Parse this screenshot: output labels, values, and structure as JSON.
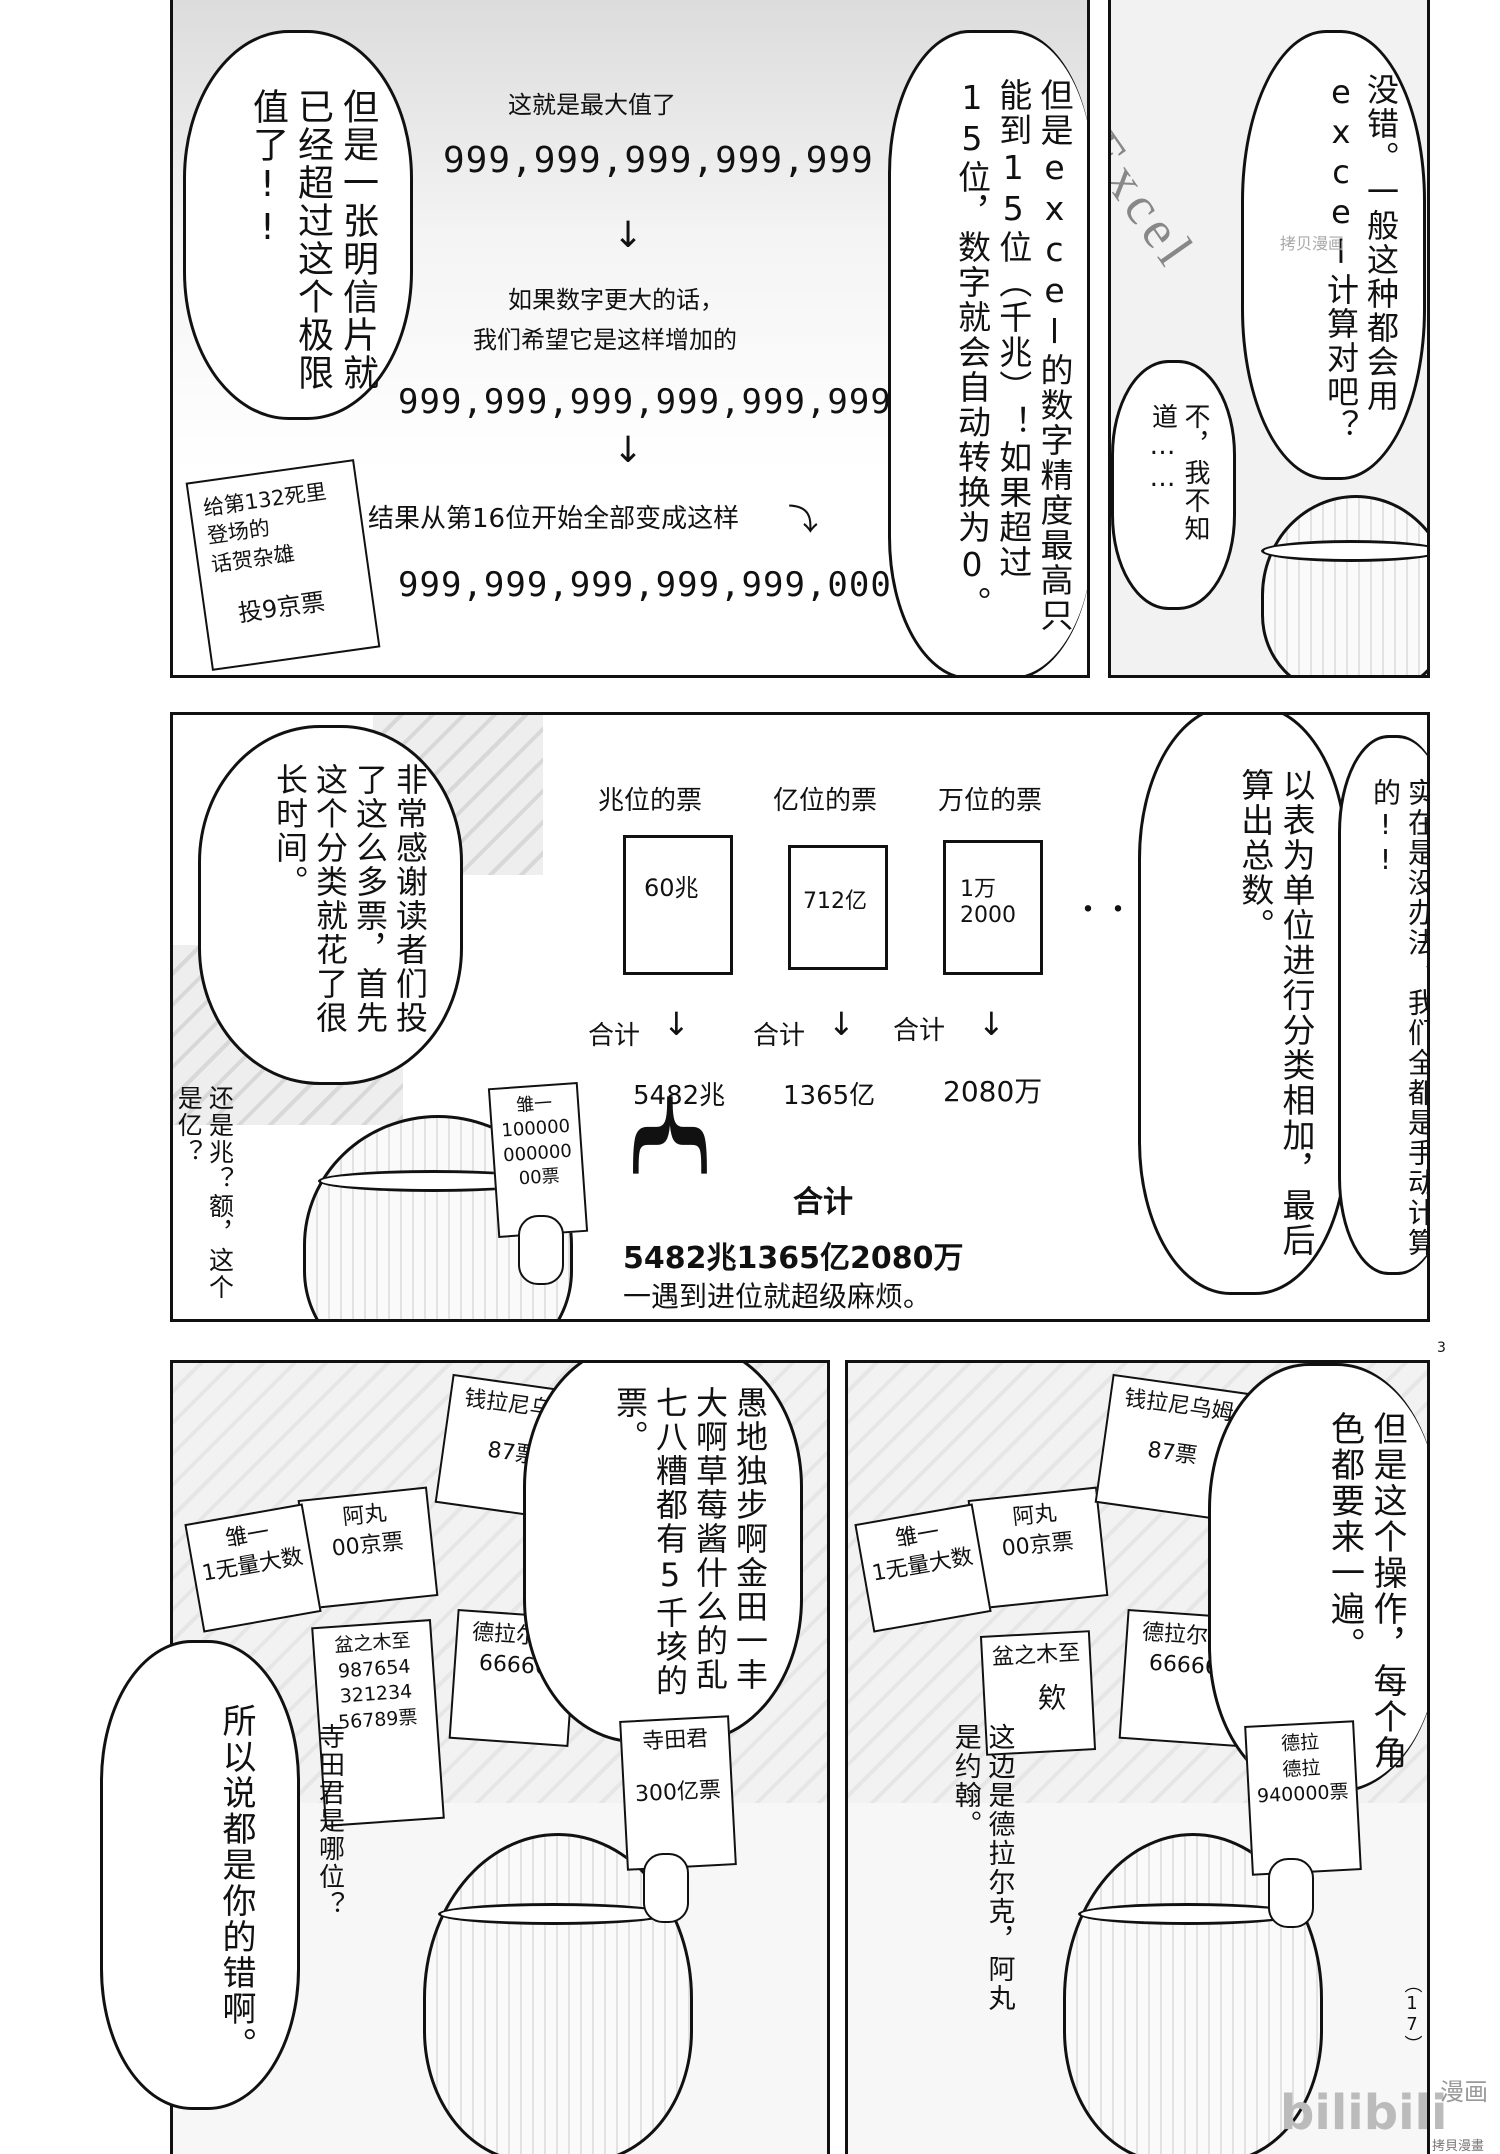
{
  "page_number": "3",
  "page_side_number": "（17）",
  "watermark": {
    "brand": "bilibili",
    "brand_cn": "漫画",
    "site": "拷貝漫畫",
    "site_small": "拷贝漫画"
  },
  "panel1": {
    "bubble_left": "但是一张明信片就已经超过这个极限值了!!",
    "explain_title": "这就是最大值了",
    "max_value": "999,999,999,999,999",
    "mid_text_1": "如果数字更大的话，",
    "mid_text_2": "我们希望它是这样增加的",
    "wished_value": "999,999,999,999,999,999",
    "result_text": "结果从第16位开始全部变成这样",
    "result_value": "999,999,999,999,999,000",
    "postcard_1": "给第132死里",
    "postcard_2": "登场的",
    "postcard_3": "话贺杂雄",
    "postcard_4": "投9京票",
    "bubble_right": "但是excel的数字精度最高只能到15位（千兆）！如果超过15位，数字就会自动转换为0。",
    "arrow": "↓"
  },
  "panel2": {
    "bubble_top": "没错。一般这种都会用excel计算对吧？",
    "bubble_small": "不，我不知道……",
    "sign_text": "Excel"
  },
  "panel3": {
    "bubble_left": "非常感谢读者们投了这么多票，首先这个分类就花了很长时间。",
    "header_1": "兆位的票",
    "header_2": "亿位的票",
    "header_3": "万位的票",
    "stack_1": "60兆",
    "stack_2": "712亿",
    "stack_3": "1万 2000",
    "ellipsis": "・・・",
    "subtotal_label": "合计",
    "subtotal_1": "5482兆",
    "subtotal_2": "1365亿",
    "subtotal_3": "2080万",
    "total_label": "合计",
    "total_value": "5482兆1365亿2080万",
    "total_note": "一遇到进位就超级麻烦。",
    "bubble_mid": "以表为单位进行分类相加，最后算出总数。",
    "bubble_right": "实在是没办法，我们全都是手动计算的!!",
    "aside": "还是兆？额，这个是亿？",
    "card_1": "雏一",
    "card_2": "100000",
    "card_3": "000000",
    "card_4": "00票"
  },
  "panel4": {
    "bubble_top": "愚地独步啊金田一丰大啊草莓酱什么的乱七八糟都有5千垓的票。",
    "bubble_bottom": "所以说都是你的错啊。",
    "aside": "寺田君是哪位？",
    "card_a_1": "阿丸",
    "card_a_2": "00京票",
    "card_b_1": "钱拉尼乌姆",
    "card_b_2": "87票",
    "card_c_1": "雏一",
    "card_c_2": "1无量大数",
    "card_d_1": "盆之木至",
    "card_d_2": "987654",
    "card_d_3": "321234",
    "card_d_4": "56789票",
    "card_e_1": "德拉尔克",
    "card_e_2": "66666",
    "card_f_1": "寺田君",
    "card_f_2": "300亿票"
  },
  "panel5": {
    "bubble_top": "但是这个操作，每个角色都要来一遍。",
    "aside_1": "欸",
    "aside_2": "这边是德拉尔克，阿丸是约翰。",
    "card_g_1": "德拉",
    "card_g_2": "德拉",
    "card_g_3": "940000票",
    "card_d_1": "盆之木至"
  }
}
